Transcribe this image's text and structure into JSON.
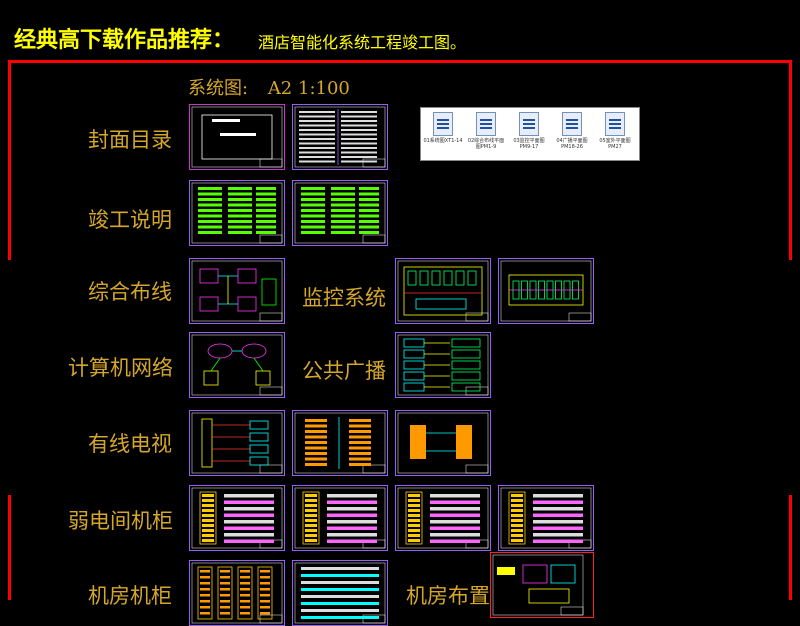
{
  "header": {
    "title": "经典高下载作品推荐：",
    "subtitle": "酒店智能化系统工程竣工图。"
  },
  "system": {
    "label": "系统图:",
    "scale": "A2 1:100"
  },
  "sections": [
    {
      "key": "cover",
      "label": "封面目录"
    },
    {
      "key": "notes",
      "label": "竣工说明"
    },
    {
      "key": "cabling",
      "label": "综合布线"
    },
    {
      "key": "network",
      "label": "计算机网络"
    },
    {
      "key": "catv",
      "label": "有线电视"
    },
    {
      "key": "rack",
      "label": "弱电间机柜"
    },
    {
      "key": "server",
      "label": "机房机柜"
    }
  ],
  "inline_labels": {
    "cctv": "监控系统",
    "pa": "公共广播",
    "room_layout": "机房布置"
  },
  "file_thumbnails": [
    {
      "label": "01系统图XT1-14"
    },
    {
      "label": "02综合布线平面图PM1-9"
    },
    {
      "label": "03监控平面图PM9-17"
    },
    {
      "label": "04广播平面图PM18-26"
    },
    {
      "label": "05室外平面图PM27"
    }
  ],
  "colors": {
    "header_text": "#ffff00",
    "frame": "#ff0000",
    "label_text": "#d4a62a",
    "sheet_border": "#9a5cff"
  }
}
